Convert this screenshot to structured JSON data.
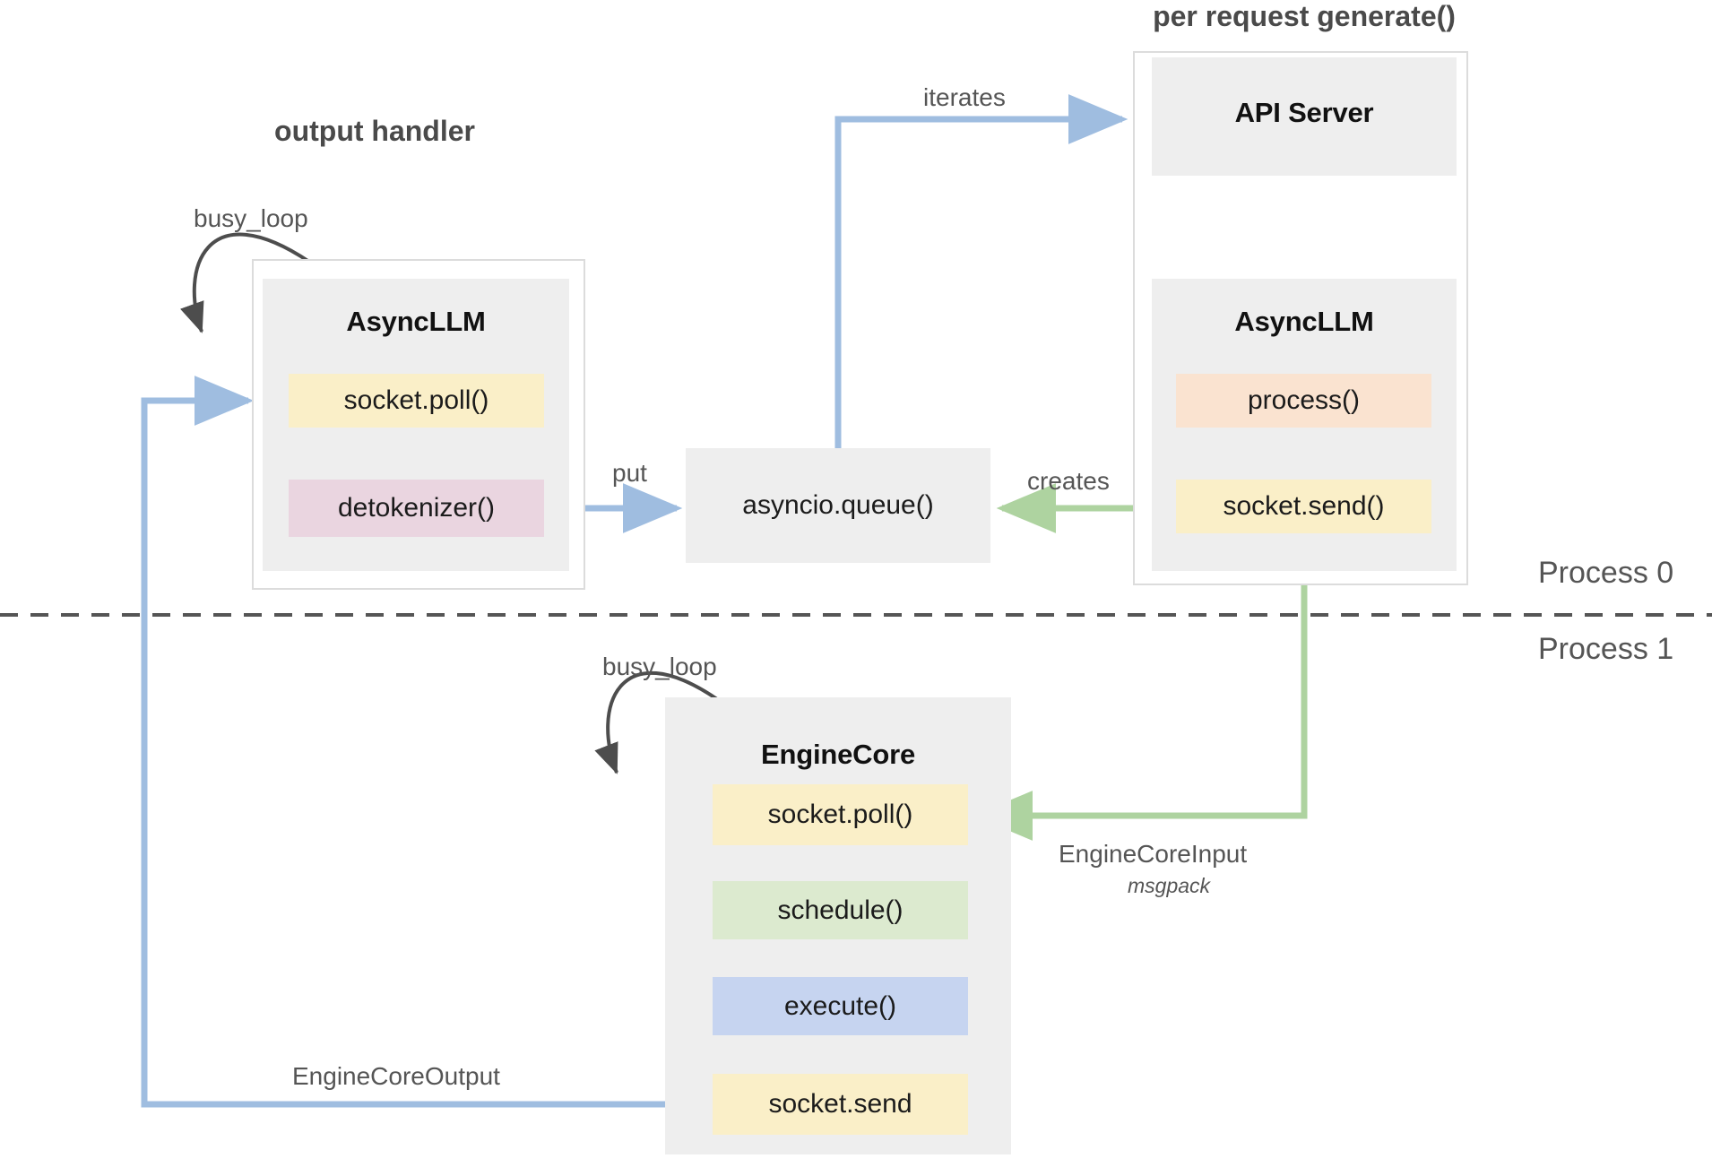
{
  "diagram": {
    "title_output_handler": "output handler",
    "title_per_request": "per request generate()",
    "process_labels": {
      "top": "Process 0",
      "bottom": "Process 1"
    },
    "colors": {
      "blue_arrow": "#9fbde0",
      "green_arrow": "#aed3a0",
      "black_arrow": "#4d4d4d",
      "box_gray": "#eeeeee",
      "yellow": "#faefc8",
      "pink": "#ead5e0",
      "peach": "#fae3d0",
      "green": "#dceacf",
      "lavender": "#c6d4f0",
      "outline": "#dcdcdc",
      "divider": "#555555"
    },
    "groups": {
      "output_handler": {
        "title": "AsyncLLM",
        "items": [
          {
            "label": "socket.poll()",
            "color": "yellow"
          },
          {
            "label": "detokenizer()",
            "color": "pink"
          }
        ]
      },
      "per_request": {
        "api_server_title": "API Server",
        "async_llm_title": "AsyncLLM",
        "items": [
          {
            "label": "process()",
            "color": "peach"
          },
          {
            "label": "socket.send()",
            "color": "yellow"
          }
        ]
      },
      "engine_core": {
        "title": "EngineCore",
        "items": [
          {
            "label": "socket.poll()",
            "color": "yellow"
          },
          {
            "label": "schedule()",
            "color": "green"
          },
          {
            "label": "execute()",
            "color": "lavender"
          },
          {
            "label": "socket.send",
            "color": "yellow"
          }
        ]
      }
    },
    "queue_box": {
      "label": "asyncio.queue()"
    },
    "edges": {
      "busy_loop_top": "busy_loop",
      "busy_loop_bottom": "busy_loop",
      "put": "put",
      "iterates": "iterates",
      "creates": "creates",
      "engine_core_input": "EngineCoreInput",
      "engine_core_input_sub": "msgpack",
      "engine_core_output": "EngineCoreOutput"
    }
  }
}
